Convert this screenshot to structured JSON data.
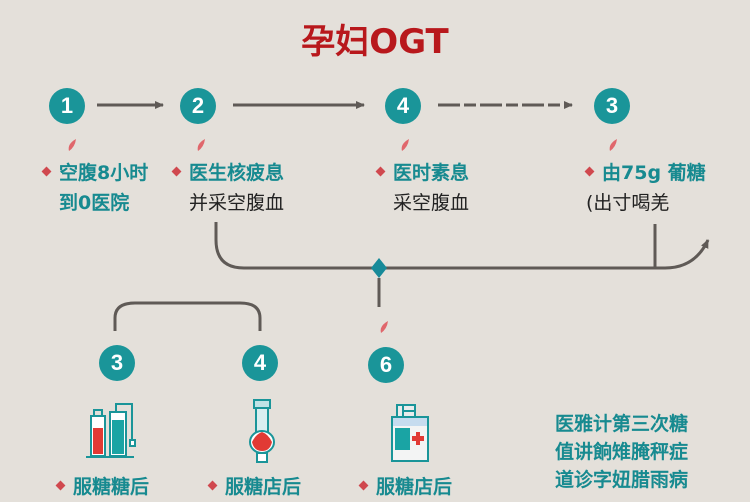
{
  "title": "孕妇OGT",
  "colors": {
    "background": "#e4e0da",
    "title": "#b8181c",
    "teal": "#1a9599",
    "line": "#5f5a56",
    "bullet": "#d0484e"
  },
  "top_steps": [
    {
      "number": "1",
      "line1": "空腹8小时",
      "line2": "到0医院"
    },
    {
      "number": "2",
      "line1": "医生核疲息",
      "line2": "并采空腹血"
    },
    {
      "number": "4",
      "line1": "医时素息",
      "line2": "采空腹血"
    },
    {
      "number": "3",
      "line1": "由75g 葡糖",
      "line2": "(出寸喝羌"
    }
  ],
  "bottom_steps": [
    {
      "number": "3",
      "icon": "test-tubes-icon",
      "label": "服糖糖后"
    },
    {
      "number": "4",
      "icon": "flask-icon",
      "label": "服糖店后"
    },
    {
      "number": "6",
      "icon": "medicine-bottle-icon",
      "label": "服糖店后"
    }
  ],
  "note": {
    "lines": [
      "医雅计第三次糖",
      "值讲餉雉腌秤症",
      "道诊字妞腊雨病"
    ]
  }
}
